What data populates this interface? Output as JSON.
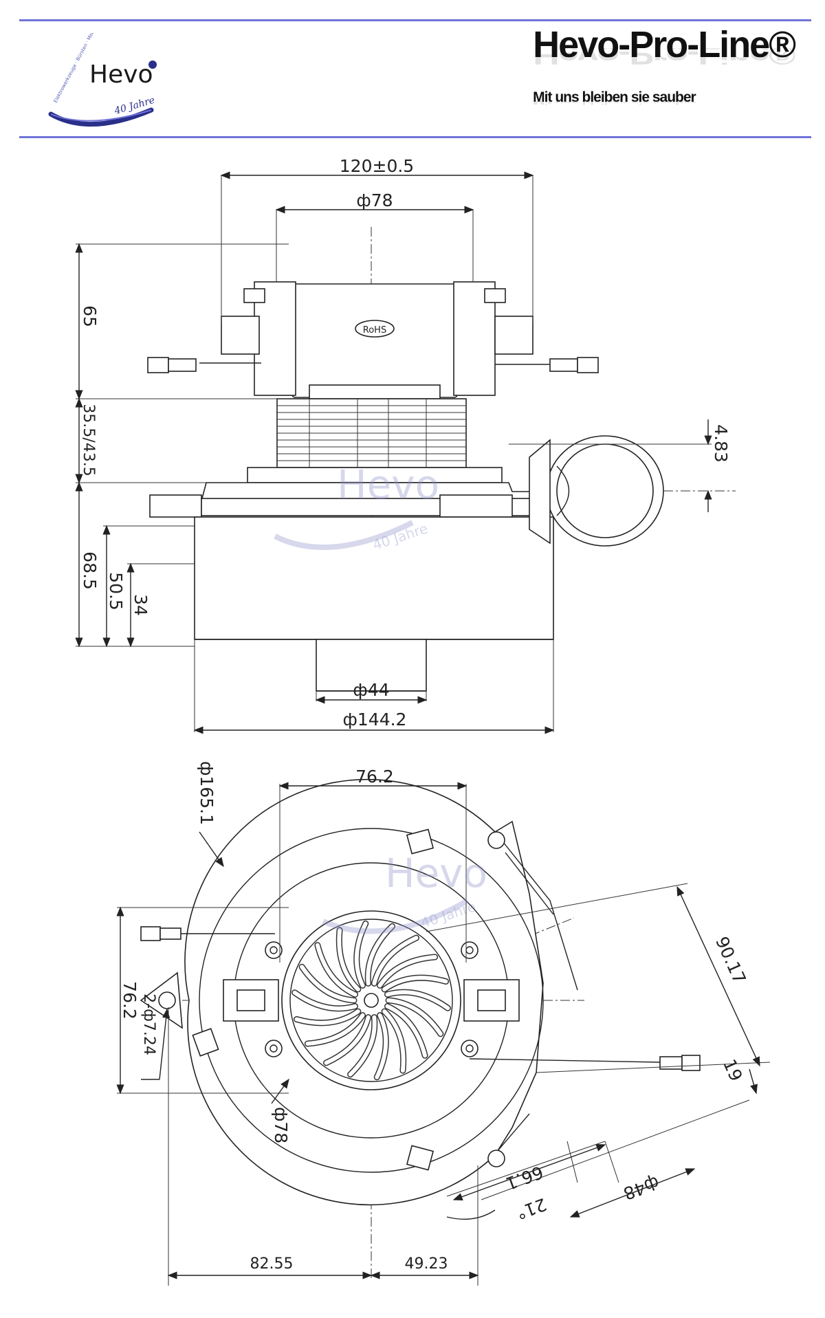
{
  "header": {
    "logo_text": "Hevo",
    "logo_arc_text": "Elektrowerkzeuge · Bürsten · Motoren",
    "logo_years": "40 Jahre",
    "title": "Hevo-Pro-Line®",
    "tagline": "Mit uns bleiben sie sauber"
  },
  "side_view": {
    "rohs_label": "RoHS",
    "dims": {
      "overall_width": "120±0.5",
      "top_diameter": "ф78",
      "height_top": "65",
      "height_stack": "35.5/43.5",
      "height_lower": "68.5",
      "height_mid": "50.5",
      "height_low": "34",
      "offset": "4.83",
      "outlet_diameter": "ф44",
      "base_diameter": "ф144.2"
    }
  },
  "top_view": {
    "dims": {
      "top_width": "76.2",
      "housing_diameter": "ф165.1",
      "left_height": "76.2",
      "holes": "2-ф7.24",
      "inner_diameter": "ф78",
      "diag_length": "90.17",
      "diag_offset": "19",
      "diag_spacing": "66.1",
      "angle": "21°",
      "outlet_diameter": "ф48",
      "bottom_left": "82.55",
      "bottom_right": "49.23"
    }
  },
  "watermark": {
    "text": "Hevo",
    "years": "40 Jahre"
  },
  "colors": {
    "accent_line": "#6f73d8",
    "watermark": "#8d90c8"
  }
}
